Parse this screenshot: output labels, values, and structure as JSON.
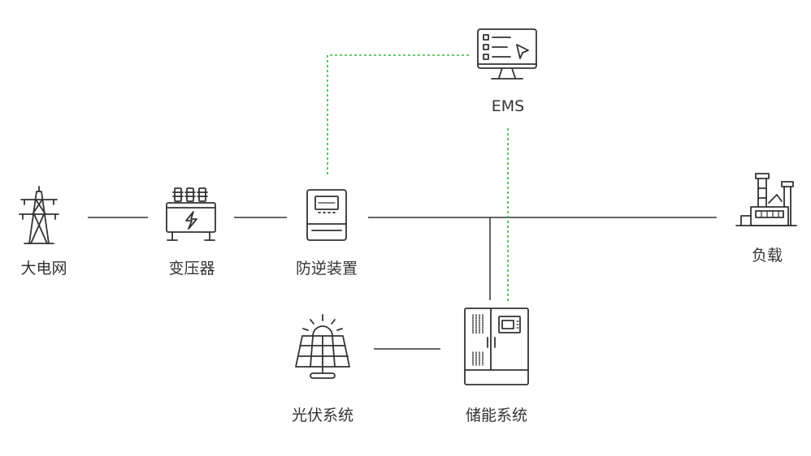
{
  "colors": {
    "line": "#333333",
    "comm_link": "#3cb33c",
    "background": "#ffffff"
  },
  "nodes": {
    "grid": {
      "label": "大电网",
      "icon": "power-tower-icon"
    },
    "transformer": {
      "label": "变压器",
      "icon": "transformer-icon"
    },
    "anti_reverse": {
      "label": "防逆装置",
      "icon": "meter-icon"
    },
    "ems": {
      "label": "EMS",
      "icon": "monitor-icon"
    },
    "load": {
      "label": "负载",
      "icon": "factory-icon"
    },
    "pv": {
      "label": "光伏系统",
      "icon": "solar-panel-icon"
    },
    "storage": {
      "label": "储能系统",
      "icon": "battery-cabinet-icon"
    }
  }
}
